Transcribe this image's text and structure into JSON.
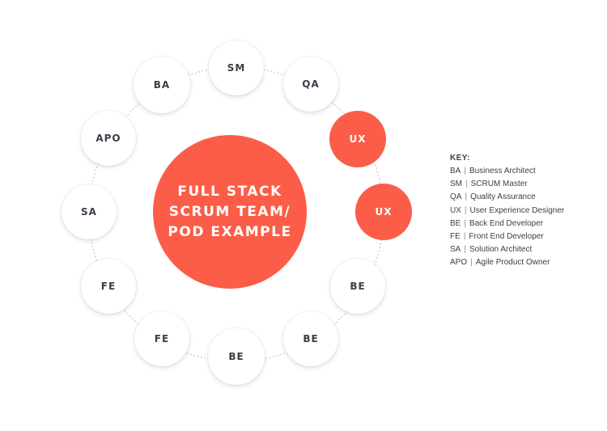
{
  "diagram": {
    "center_lines": [
      "FULL STACK",
      "SCRUM TEAM/",
      "POD EXAMPLE"
    ],
    "nodes": [
      {
        "label": "SM"
      },
      {
        "label": "QA"
      },
      {
        "label": "UX",
        "highlight": true
      },
      {
        "label": "UX",
        "highlight": true
      },
      {
        "label": "BE"
      },
      {
        "label": "BE"
      },
      {
        "label": "BE"
      },
      {
        "label": "FE"
      },
      {
        "label": "FE"
      },
      {
        "label": "SA"
      },
      {
        "label": "APO"
      },
      {
        "label": "BA"
      }
    ],
    "colors": {
      "accent": "#fb5d48",
      "node_fill": "#ffffff",
      "node_text": "#3a4049",
      "ring_line": "#b5b9bf"
    }
  },
  "key": {
    "title": "KEY:",
    "entries": [
      {
        "abbr": "BA",
        "desc": "Business Architect"
      },
      {
        "abbr": "SM",
        "desc": "SCRUM Master"
      },
      {
        "abbr": "QA",
        "desc": "Quality Assurance"
      },
      {
        "abbr": "UX",
        "desc": "User Experience Designer"
      },
      {
        "abbr": "BE",
        "desc": "Back End Developer"
      },
      {
        "abbr": "FE",
        "desc": "Front End Developer"
      },
      {
        "abbr": "SA",
        "desc": "Solution Architect"
      },
      {
        "abbr": "APO",
        "desc": "Agile Product Owner"
      }
    ]
  }
}
